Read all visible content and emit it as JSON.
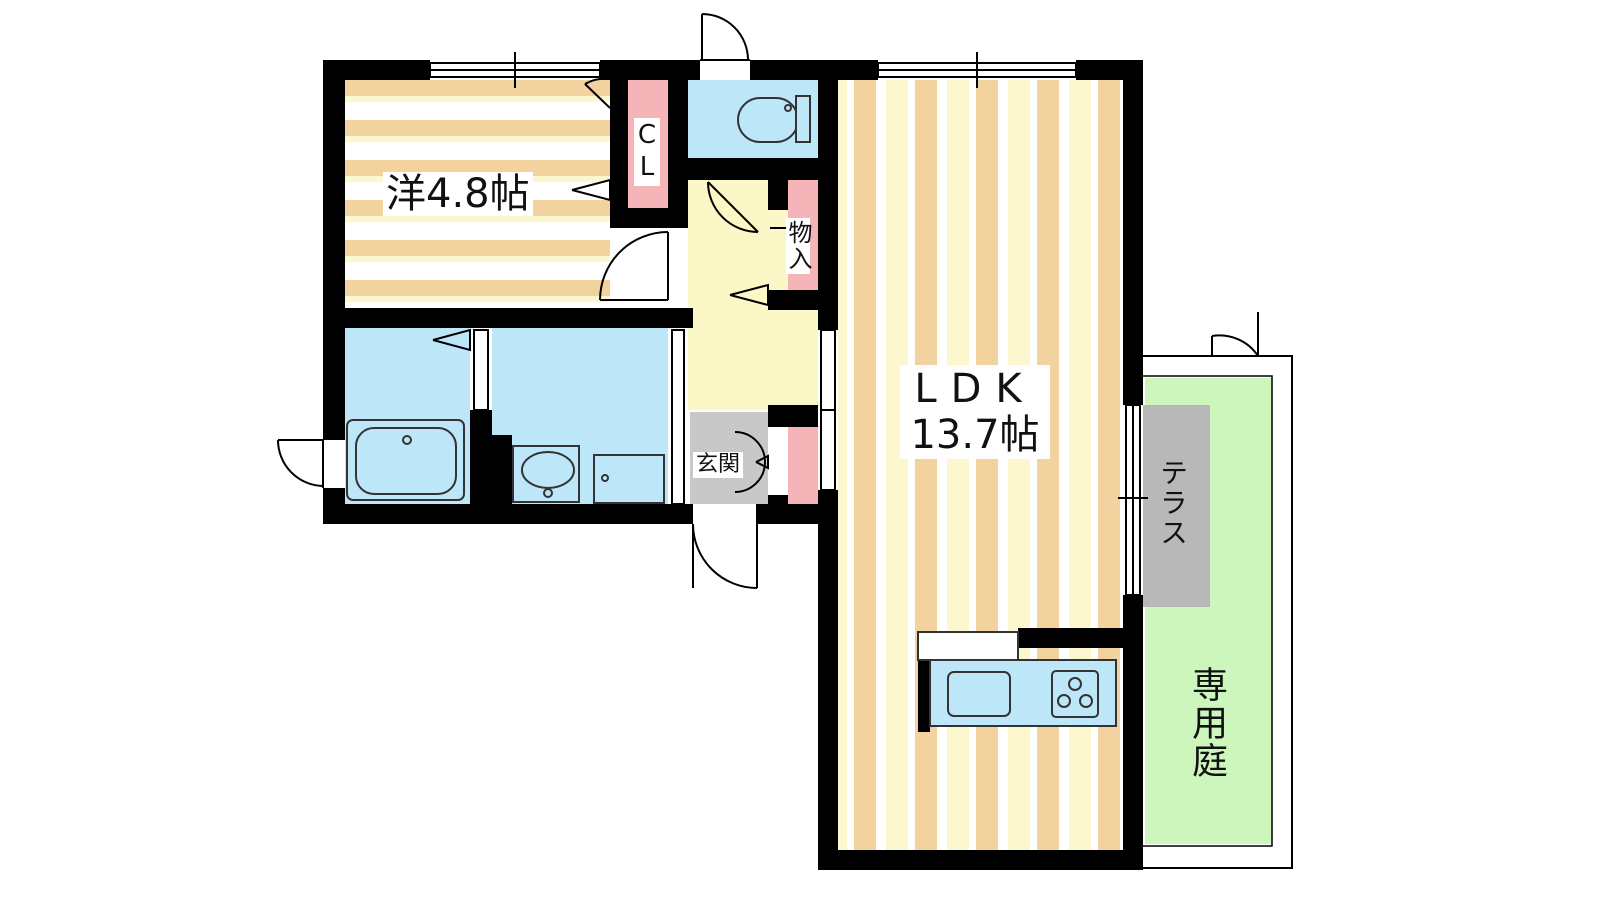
{
  "rooms": {
    "western_room": {
      "label": "洋4.8帖"
    },
    "closet": {
      "label": "CL"
    },
    "storage": {
      "label": "物入"
    },
    "entrance": {
      "label": "玄関"
    },
    "ldk": {
      "name": "LDK",
      "size": "13.7帖"
    },
    "terrace": {
      "label": "テラス"
    },
    "garden": {
      "label": "専用庭"
    }
  },
  "colors": {
    "wall": "#000000",
    "floor_beige": "#f2d3a0",
    "floor_cream": "#fdf7cf",
    "floor_white": "#ffffff",
    "wet_area_blue": "#bde7f8",
    "hall_yellow": "#fbf7c6",
    "storage_pink": "#f4b4b8",
    "entrance_gray": "#c8c8c8",
    "terrace_gray": "#b8b8b8",
    "garden_green": "#cdf6bd"
  }
}
